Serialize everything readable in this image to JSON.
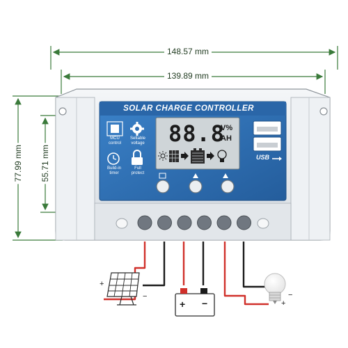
{
  "dimensions": {
    "outer_width": "148.57 mm",
    "inner_width": "139.89 mm",
    "outer_height": "77.99 mm",
    "inner_height": "55.71 mm"
  },
  "panel": {
    "title": "SOLAR CHARGE CONTROLLER",
    "lcd": {
      "digits": "88.8",
      "unit_top": "V%",
      "unit_bottom": "AH"
    },
    "features": [
      {
        "line1": "MCU",
        "line2": "control",
        "icon": "chip-icon"
      },
      {
        "line1": "Settable",
        "line2": "voltage",
        "icon": "gear-icon"
      },
      {
        "line1": "Build-in",
        "line2": "timer",
        "icon": "clock-icon"
      },
      {
        "line1": "Full",
        "line2": "protect",
        "icon": "lock-icon"
      }
    ],
    "usb_label": "USB",
    "lcd_flow_icons": [
      "sun-icon",
      "solar-panel-icon",
      "arrow-right-icon",
      "battery-icon",
      "arrow-right-icon",
      "bulb-icon"
    ],
    "button_icons": [
      "menu-icon",
      "up-triangle-icon",
      "triangle-switch-icon"
    ]
  },
  "terminals": {
    "count": 6
  },
  "wiring": {
    "polarity_plus": "+",
    "polarity_minus": "−",
    "devices": [
      "solar-panel-icon",
      "battery-icon",
      "bulb-icon"
    ]
  },
  "colors": {
    "dimension_line": "#3a7a3a",
    "panel_blue": "#2f6fb5",
    "housing": "#e9ecef",
    "lcd_bg": "#cfd5d8",
    "wire_red": "#d0302a",
    "wire_black": "#1a1a1a"
  }
}
